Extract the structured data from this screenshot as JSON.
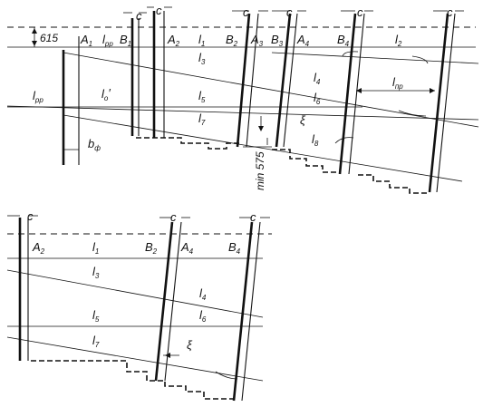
{
  "labels": {
    "c": "c",
    "dim615": "615",
    "A1": {
      "b": "A",
      "s": "1"
    },
    "lpp": {
      "b": "l",
      "s": "pp"
    },
    "B1": {
      "b": "B",
      "s": "1"
    },
    "A2": {
      "b": "A",
      "s": "2"
    },
    "l1": {
      "b": "l",
      "s": "1"
    },
    "B2": {
      "b": "B",
      "s": "2"
    },
    "A3": {
      "b": "A",
      "s": "3"
    },
    "B3": {
      "b": "B",
      "s": "3"
    },
    "A4": {
      "b": "A",
      "s": "4"
    },
    "B4": {
      "b": "B",
      "s": "4"
    },
    "l2": {
      "b": "l",
      "s": "2"
    },
    "l3": {
      "b": "l",
      "s": "3"
    },
    "l4": {
      "b": "l",
      "s": "4"
    },
    "lnp": {
      "b": "l",
      "s": "пр"
    },
    "lpp_left": {
      "b": "l",
      "s": "рр"
    },
    "lo_prime": {
      "b": "l",
      "s": "o",
      "p": "′"
    },
    "l5": {
      "b": "l",
      "s": "5"
    },
    "l6": {
      "b": "l",
      "s": "6"
    },
    "l7": {
      "b": "l",
      "s": "7"
    },
    "xi": "ξ",
    "l8": {
      "b": "l",
      "s": "8"
    },
    "bf": {
      "b": "b",
      "s": "ф"
    },
    "min575": "min 575"
  }
}
